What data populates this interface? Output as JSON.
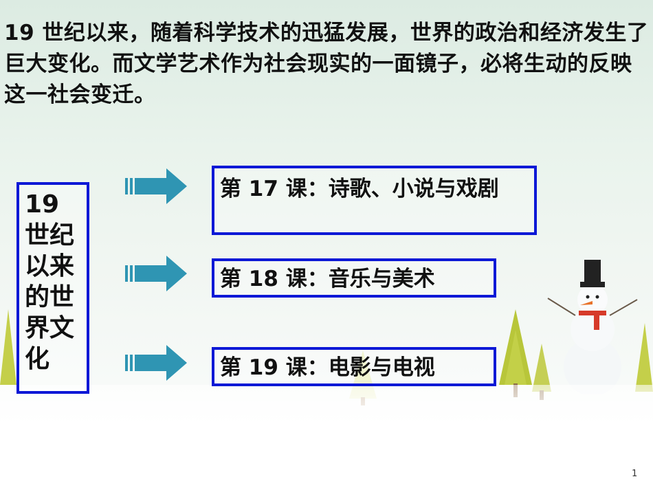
{
  "intro": {
    "text": "19 世纪以来，随着科学技术的迅猛发展，世界的政治和经济发生了巨大变化。而文学艺术作为社会现实的一面镜子，必将生动的反映这一社会变迁。"
  },
  "title_box": {
    "text": "19 世纪以来的世界文化"
  },
  "lessons": [
    {
      "label": "第 17 课：诗歌、小说与戏剧"
    },
    {
      "label": "第 18 课：音乐与美术"
    },
    {
      "label": "第 19 课：电影与电视"
    }
  ],
  "footer": {
    "page_number": "1"
  },
  "colors": {
    "box_border": "#0b18d6",
    "arrow_fill": "#2f95b3",
    "text": "#111111"
  },
  "icons": [
    "arrow-right-icon",
    "pine-tree-icon",
    "snowman-icon"
  ]
}
